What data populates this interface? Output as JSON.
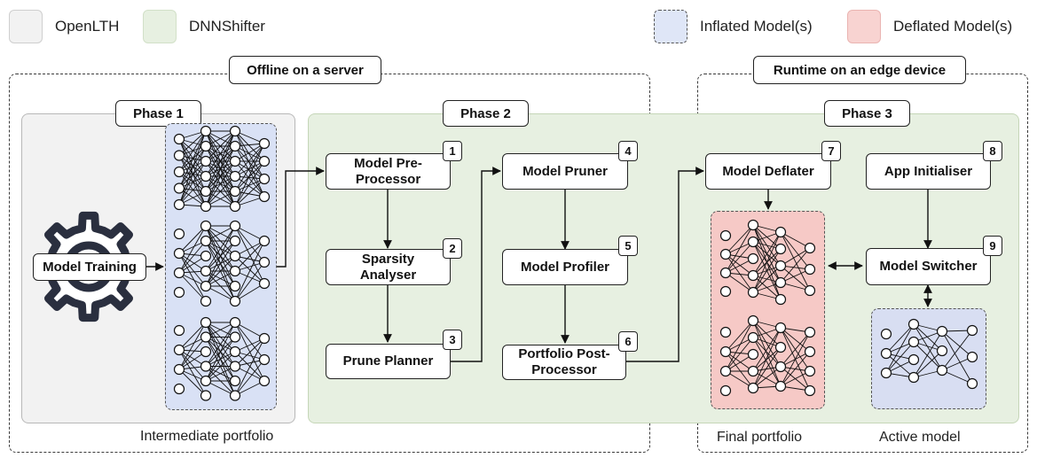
{
  "legend": {
    "openlth": {
      "label": "OpenLTH",
      "color": "#f2f2f2"
    },
    "dnnshifter": {
      "label": "DNNShifter",
      "color": "#e7f0e1"
    },
    "inflated": {
      "label": "Inflated Model(s)",
      "color": "#dfe6f7"
    },
    "deflated": {
      "label": "Deflated Model(s)",
      "color": "#f8d3d1"
    }
  },
  "groups": {
    "offline": "Offline on a server",
    "runtime": "Runtime on an edge device"
  },
  "phases": {
    "phase1": "Phase 1",
    "phase2": "Phase 2",
    "phase3": "Phase 3"
  },
  "phase1": {
    "model_training": "Model Training",
    "caption": "Intermediate portfolio"
  },
  "processes": [
    {
      "num": "1",
      "label": "Model Pre-\nProcessor"
    },
    {
      "num": "2",
      "label": "Sparsity\nAnalyser"
    },
    {
      "num": "3",
      "label": "Prune Planner"
    },
    {
      "num": "4",
      "label": "Model Pruner"
    },
    {
      "num": "5",
      "label": "Model Profiler"
    },
    {
      "num": "6",
      "label": "Portfolio Post-\nProcessor"
    },
    {
      "num": "7",
      "label": "Model Deflater"
    },
    {
      "num": "8",
      "label": "App Initialiser"
    },
    {
      "num": "9",
      "label": "Model Switcher"
    }
  ],
  "phase3": {
    "final_caption": "Final portfolio",
    "active_caption": "Active model"
  },
  "colors": {
    "line": "#111111",
    "inflated_panel": "#d9e1f5",
    "deflated_panel": "#f6c9c6",
    "active_panel": "#d8def2"
  }
}
